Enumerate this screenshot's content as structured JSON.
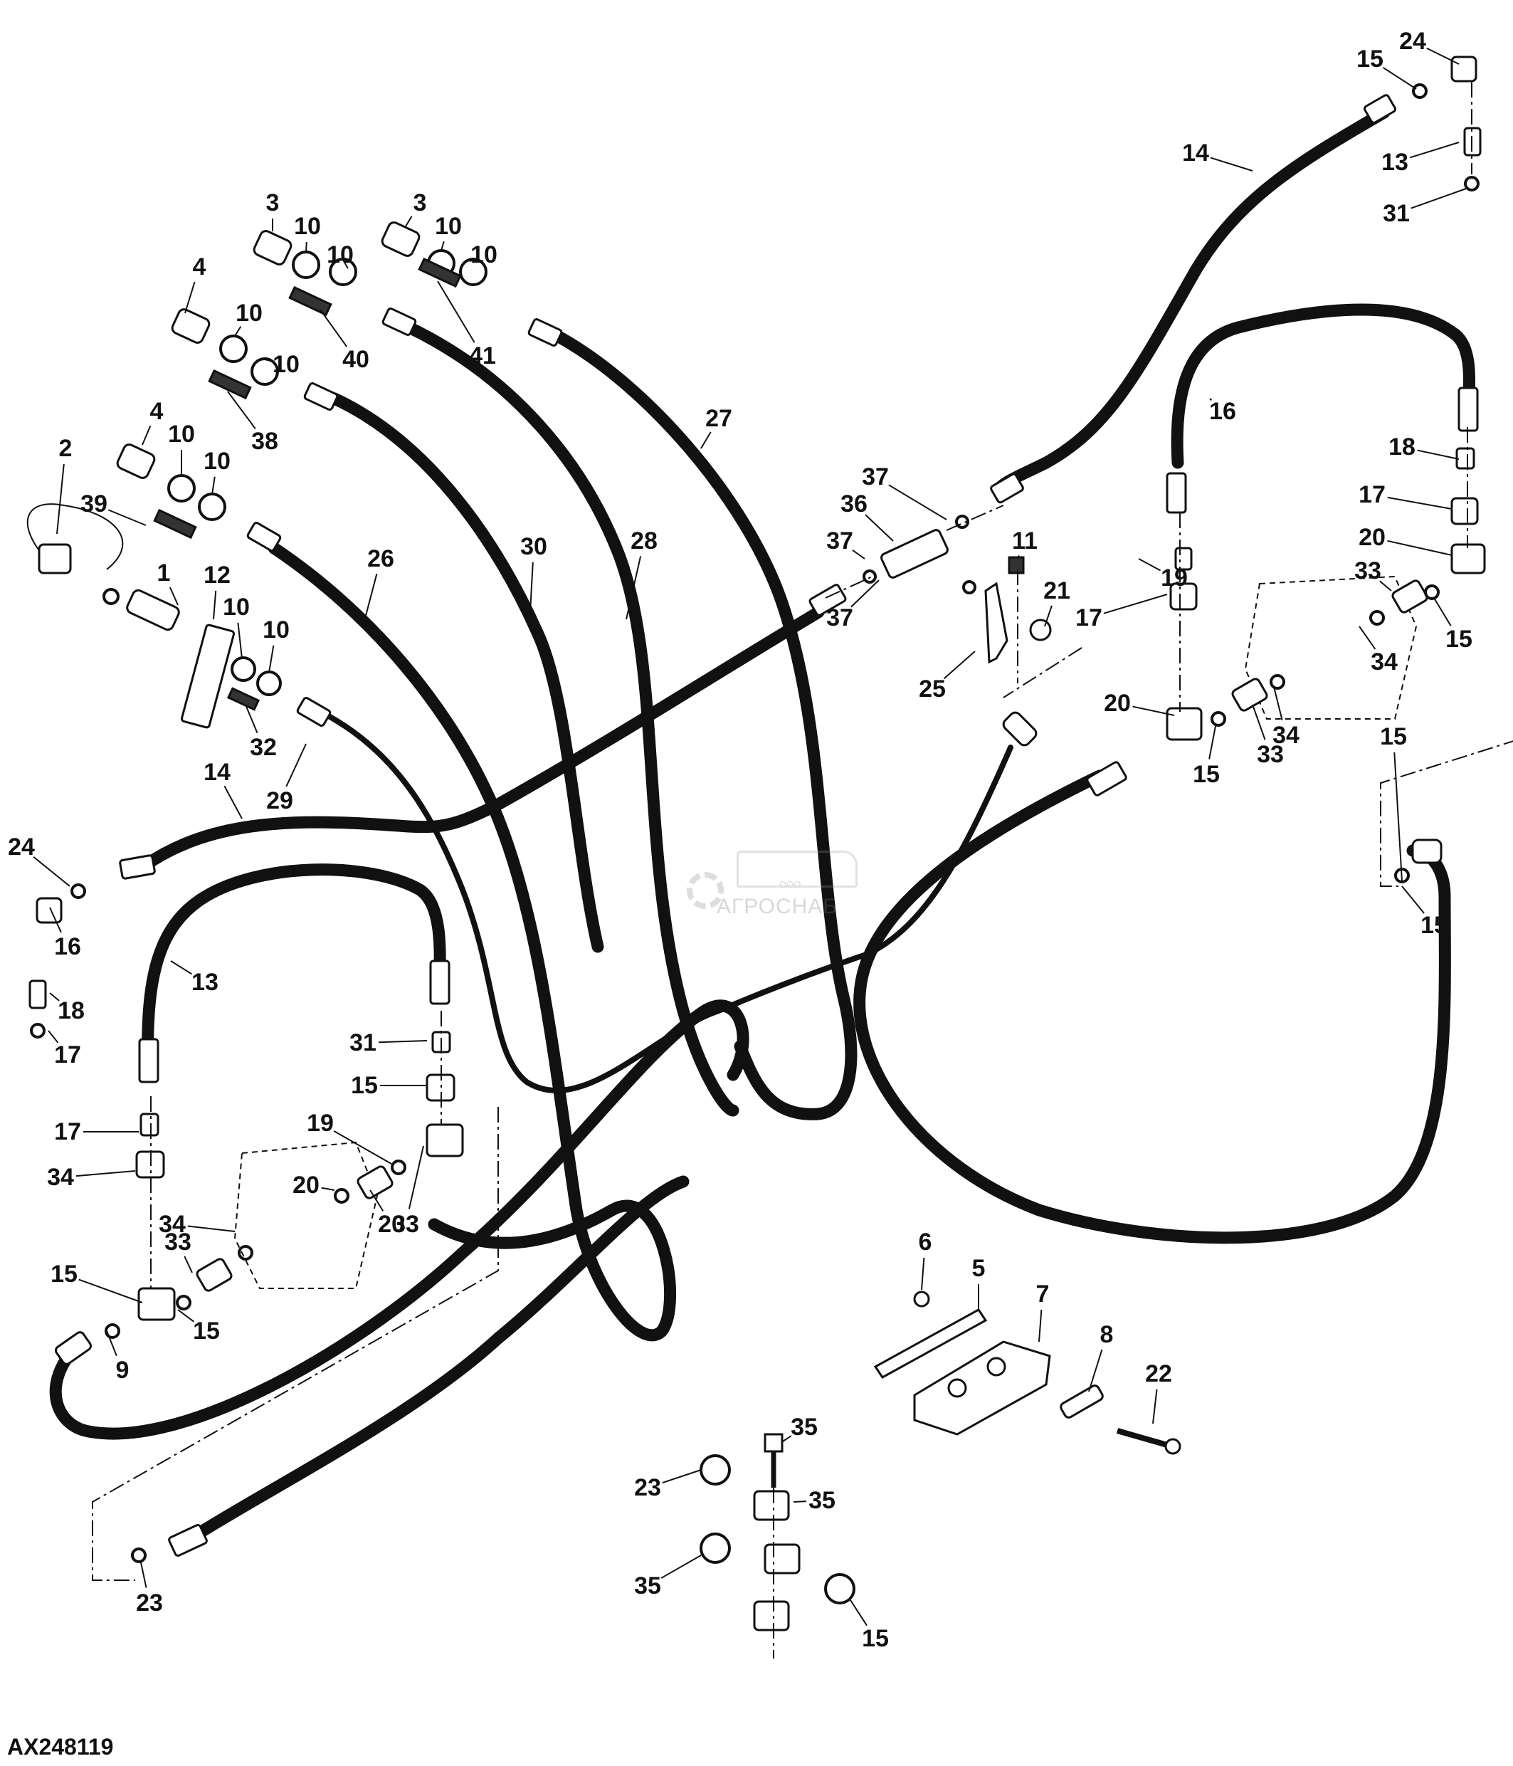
{
  "figure": {
    "id": "AX248119",
    "watermark": {
      "brand": "АГРОСНАБ",
      "prefix": "ООО"
    }
  },
  "callouts": [
    {
      "label": "24"
    },
    {
      "label": "15"
    },
    {
      "label": "14"
    },
    {
      "label": "13"
    },
    {
      "label": "31"
    },
    {
      "label": "3"
    },
    {
      "label": "10"
    },
    {
      "label": "10"
    },
    {
      "label": "3"
    },
    {
      "label": "10"
    },
    {
      "label": "10"
    },
    {
      "label": "4"
    },
    {
      "label": "10"
    },
    {
      "label": "10"
    },
    {
      "label": "40"
    },
    {
      "label": "41"
    },
    {
      "label": "38"
    },
    {
      "label": "27"
    },
    {
      "label": "16"
    },
    {
      "label": "18"
    },
    {
      "label": "17"
    },
    {
      "label": "20"
    },
    {
      "label": "4"
    },
    {
      "label": "10"
    },
    {
      "label": "10"
    },
    {
      "label": "37"
    },
    {
      "label": "36"
    },
    {
      "label": "39"
    },
    {
      "label": "2"
    },
    {
      "label": "30"
    },
    {
      "label": "28"
    },
    {
      "label": "26"
    },
    {
      "label": "37"
    },
    {
      "label": "11"
    },
    {
      "label": "19"
    },
    {
      "label": "33"
    },
    {
      "label": "15"
    },
    {
      "label": "1"
    },
    {
      "label": "12"
    },
    {
      "label": "21"
    },
    {
      "label": "37"
    },
    {
      "label": "17"
    },
    {
      "label": "34"
    },
    {
      "label": "10"
    },
    {
      "label": "10"
    },
    {
      "label": "25"
    },
    {
      "label": "20"
    },
    {
      "label": "34"
    },
    {
      "label": "32"
    },
    {
      "label": "33"
    },
    {
      "label": "15"
    },
    {
      "label": "14"
    },
    {
      "label": "29"
    },
    {
      "label": "15"
    },
    {
      "label": "15"
    },
    {
      "label": "24"
    },
    {
      "label": "16"
    },
    {
      "label": "13"
    },
    {
      "label": "18"
    },
    {
      "label": "31"
    },
    {
      "label": "17"
    },
    {
      "label": "15"
    },
    {
      "label": "19"
    },
    {
      "label": "17"
    },
    {
      "label": "34"
    },
    {
      "label": "20"
    },
    {
      "label": "33"
    },
    {
      "label": "34"
    },
    {
      "label": "33"
    },
    {
      "label": "20"
    },
    {
      "label": "15"
    },
    {
      "label": "15"
    },
    {
      "label": "9"
    },
    {
      "label": "6"
    },
    {
      "label": "5"
    },
    {
      "label": "7"
    },
    {
      "label": "8"
    },
    {
      "label": "22"
    },
    {
      "label": "35"
    },
    {
      "label": "23"
    },
    {
      "label": "35"
    },
    {
      "label": "35"
    },
    {
      "label": "15"
    },
    {
      "label": "23"
    }
  ]
}
